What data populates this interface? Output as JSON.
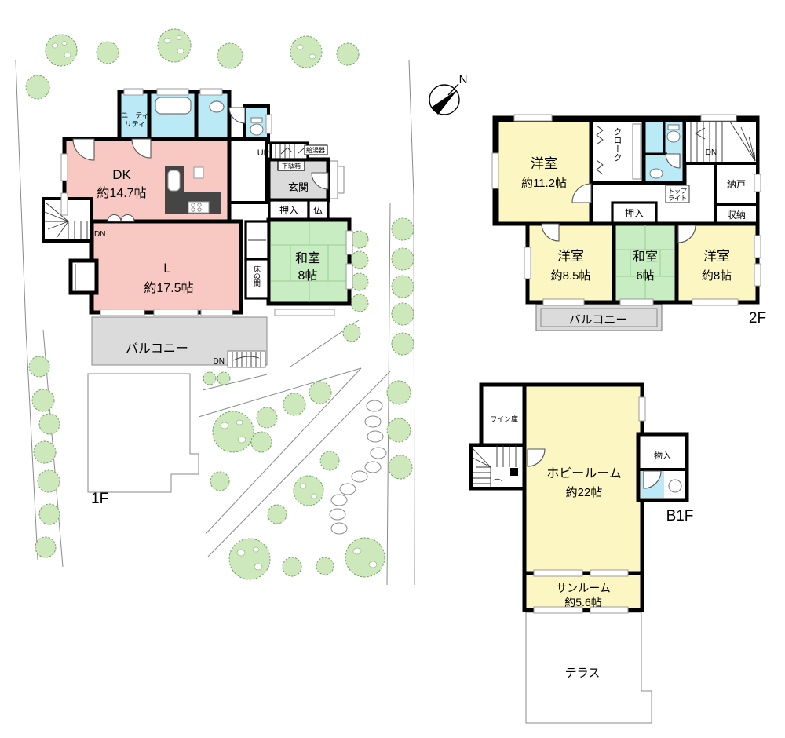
{
  "compass": {
    "north_label": "N"
  },
  "f1": {
    "floor_label": "1F",
    "utility_l1": "ユーティ",
    "utility_l2": "リティ",
    "dk_name": "DK",
    "dk_size": "約14.7帖",
    "up": "UP",
    "water_heater": "給湯器",
    "shoe_box": "下駄箱",
    "entrance": "玄関",
    "closet": "押入",
    "altar": "仏",
    "dn_stairs": "DN",
    "living_name": "L",
    "living_size": "約17.5帖",
    "tokonoma": "床の間",
    "washitsu_name": "和室",
    "washitsu_size": "8帖",
    "balcony": "バルコニー",
    "balcony_dn": "DN"
  },
  "f2": {
    "floor_label": "2F",
    "room1_name": "洋室",
    "room1_size": "約11.2帖",
    "cloak": "クローク",
    "dn": "DN",
    "storeroom": "納戸",
    "storage": "収納",
    "toplight_l1": "トップ",
    "toplight_l2": "ライト",
    "closet": "押入",
    "room2_name": "洋室",
    "room2_size": "約8.5帖",
    "washitsu_name": "和室",
    "washitsu_size": "6帖",
    "room3_name": "洋室",
    "room3_size": "約8帖",
    "balcony": "バルコニー"
  },
  "b1": {
    "floor_label": "B1F",
    "wine": "ワイン庫",
    "hobby_name": "ホビールーム",
    "hobby_size": "約22帖",
    "storage": "物入",
    "sunroom_name": "サンルーム",
    "sunroom_size": "約5.6帖",
    "terrace": "テラス"
  }
}
